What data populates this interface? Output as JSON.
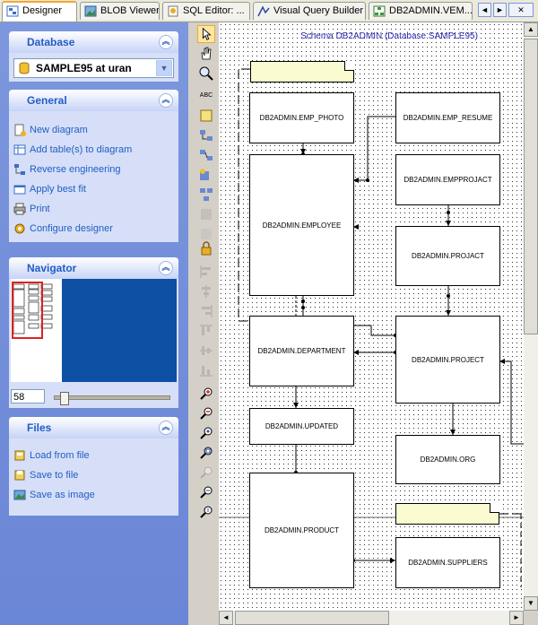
{
  "tabs": [
    {
      "label": "Designer",
      "active": true,
      "icon": "designer-icon"
    },
    {
      "label": "BLOB Viewer",
      "active": false,
      "icon": "image-icon"
    },
    {
      "label": "SQL Editor: ...",
      "active": false,
      "icon": "sql-icon"
    },
    {
      "label": "Visual Query Builder",
      "active": false,
      "icon": "query-icon"
    },
    {
      "label": "DB2ADMIN.VEM...",
      "active": false,
      "icon": "view-icon"
    }
  ],
  "tab_nav": {
    "left": "◄",
    "right": "►",
    "close": "✕"
  },
  "database": {
    "title": "Database",
    "selected": "SAMPLE95 at uran"
  },
  "general": {
    "title": "General",
    "items": [
      "New diagram",
      "Add table(s) to diagram",
      "Reverse engineering",
      "Apply best fit",
      "Print",
      "Configure designer"
    ]
  },
  "navigator": {
    "title": "Navigator",
    "zoom": "58"
  },
  "files": {
    "title": "Files",
    "items": [
      "Load from file",
      "Save to file",
      "Save as image"
    ]
  },
  "diagram": {
    "schema": "Schema DB2ADMIN (Database SAMPLE95)",
    "tables": {
      "emp_photo": "DB2ADMIN.EMP_PHOTO",
      "emp_resume": "DB2ADMIN.EMP_RESUME",
      "employee": "DB2ADMIN.EMPLOYEE",
      "empprojact": "DB2ADMIN.EMPPROJACT",
      "projact": "DB2ADMIN.PROJACT",
      "department": "DB2ADMIN.DEPARTMENT",
      "project": "DB2ADMIN.PROJECT",
      "updated": "DB2ADMIN.UPDATED",
      "org": "DB2ADMIN.ORG",
      "product": "DB2ADMIN.PRODUCT",
      "suppliers": "DB2ADMIN.SUPPLIERS"
    }
  },
  "colors": {
    "accent": "#215dc6",
    "pane": "#7c97dd",
    "navigator": "#0d4fa3"
  }
}
